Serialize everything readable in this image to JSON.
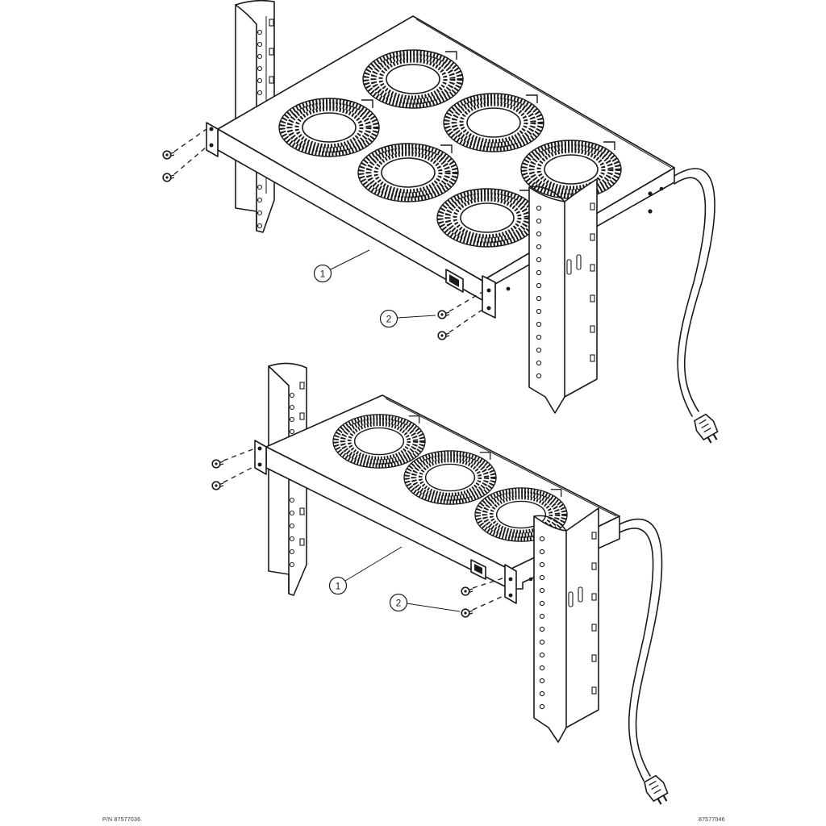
{
  "callouts": {
    "top_item_1": "1",
    "top_item_2": "2",
    "bottom_item_1": "1",
    "bottom_item_2": "2"
  },
  "footer": {
    "part_number_left": "P/N 87577036",
    "drawing_number_right": "87577046"
  },
  "drawings": {
    "top": {
      "fan_count": 6
    },
    "bottom": {
      "fan_count": 3
    }
  }
}
